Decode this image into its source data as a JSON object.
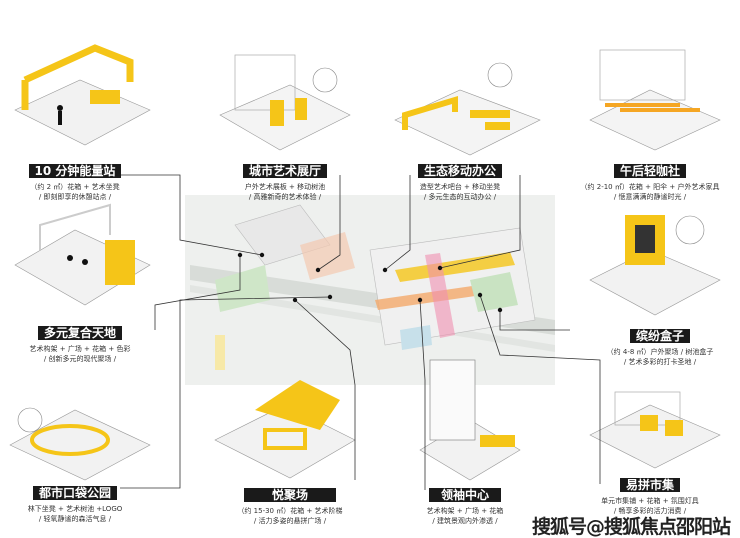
{
  "accent_color": "#f5c518",
  "nodes": [
    {
      "title": "10 分钟能量站",
      "line1": "（约 2 ㎡）花箱 + 艺术坐凳",
      "line2": "/ 即刻即享的休憩站点 /"
    },
    {
      "title": "城市艺术展厅",
      "line1": "户外艺术展板 + 移动树池",
      "line2": "/ 高雅新奇的艺术体验 /"
    },
    {
      "title": "生态移动办公",
      "line1": "造型艺术吧台 + 移动坐凳",
      "line2": "/ 多元生态的互动办公 /"
    },
    {
      "title": "午后轻咖社",
      "line1": "（约 2-10 ㎡）花箱 + 阳伞 + 户外艺术家具",
      "line2": "/ 惬意满满的静谧时光 /"
    },
    {
      "title": "多元复合天地",
      "line1": "艺术构架 + 广场 + 花箱 + 色彩",
      "line2": "/ 创新多元的现代聚场 /"
    },
    {
      "title": "缤纷盒子",
      "line1": "（约 4-8 ㎡）户外聚场 / 树池盒子",
      "line2": "/ 艺术多彩的打卡圣地 /"
    },
    {
      "title": "都市口袋公园",
      "line1": "林下坐凳 + 艺术树池 +LOGO",
      "line2": "/ 轻氧静谧的森活气息 /"
    },
    {
      "title": "悦聚场",
      "line1": "（约 15-30 ㎡）花箱 + 艺术阶梯",
      "line2": "/ 活力多姿的悬拼广场 /"
    },
    {
      "title": "领袖中心",
      "line1": "艺术构架 + 广场 + 花箱",
      "line2": "/ 建筑景观内外渗透 /"
    },
    {
      "title": "易拼市集",
      "line1": "单元市集铺 + 花箱 + 氛围灯具",
      "line2": "/ 畅享多彩的活力消费 /"
    }
  ],
  "watermark": "搜狐号@搜狐焦点邵阳站"
}
